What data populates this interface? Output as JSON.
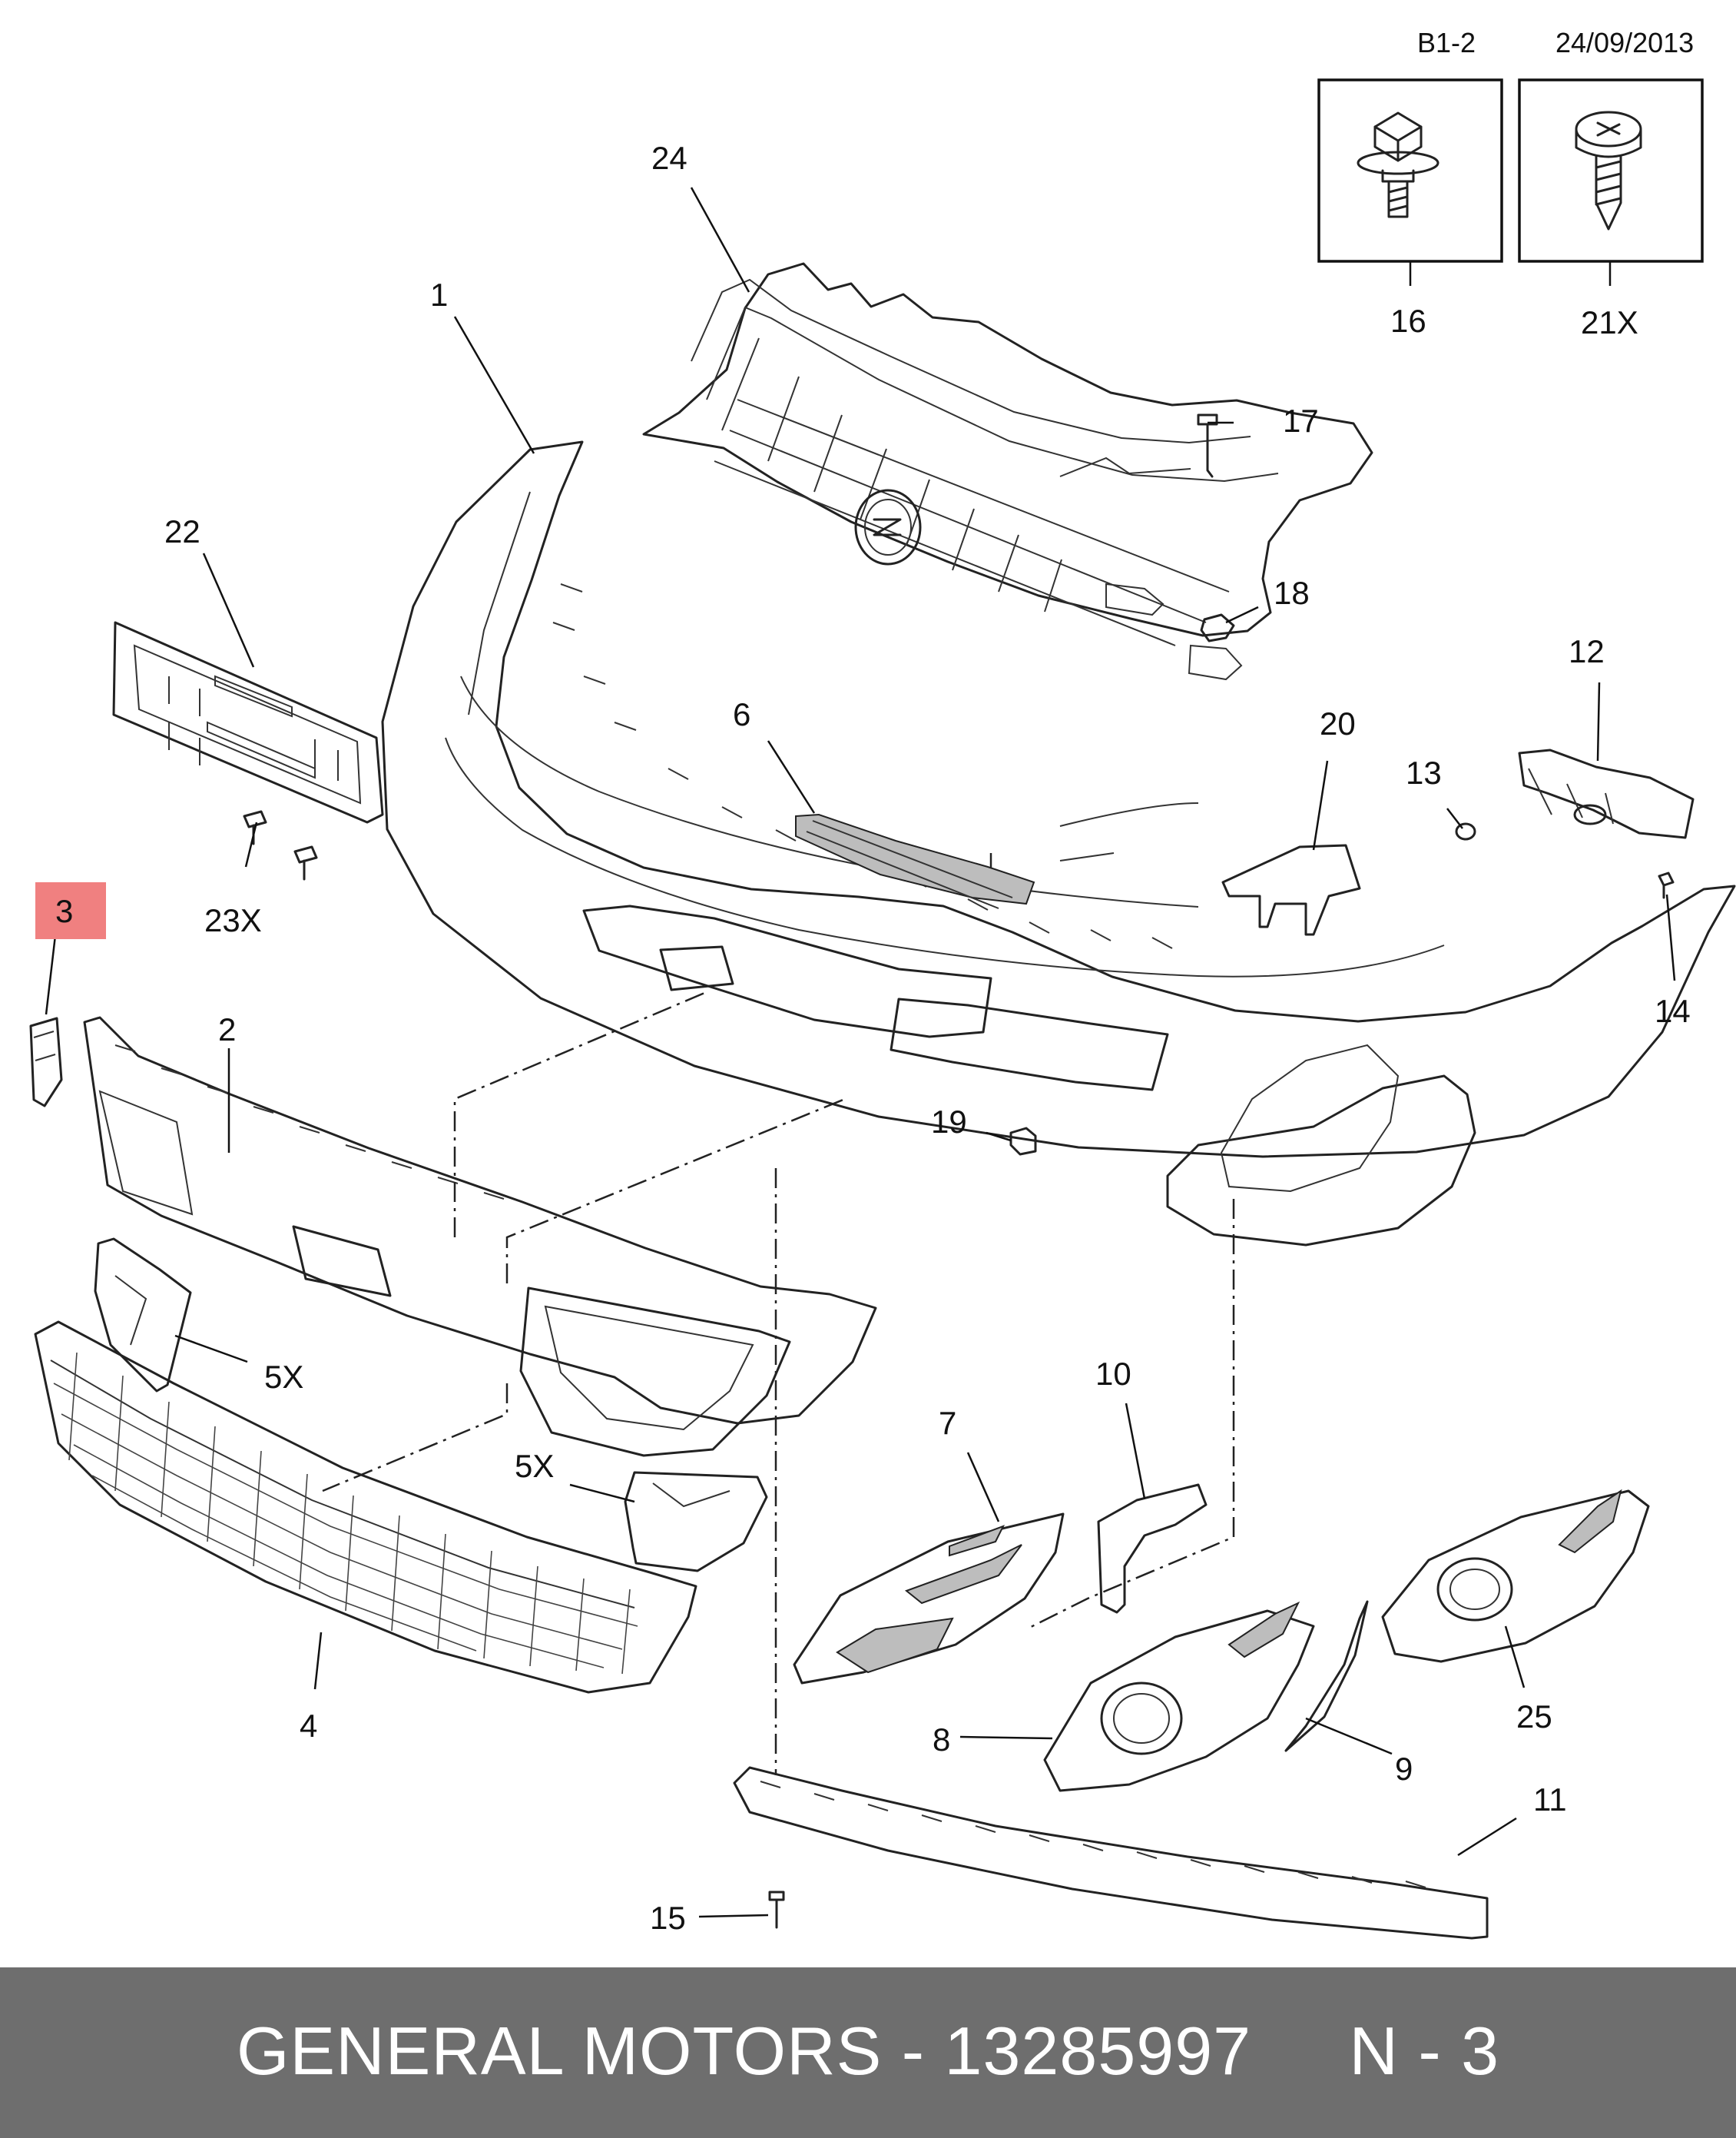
{
  "header": {
    "page_ref": "B1-2",
    "date": "24/09/2013"
  },
  "fastener_boxes": [
    {
      "label": "16",
      "icon": "hex-flange-bolt-icon"
    },
    {
      "label": "21X",
      "icon": "phillips-tapping-screw-icon"
    }
  ],
  "callouts": {
    "p1": "1",
    "p2": "2",
    "p3": "3",
    "p4": "4",
    "p5a": "5X",
    "p5b": "5X",
    "p6": "6",
    "p7": "7",
    "p8": "8",
    "p9": "9",
    "p10": "10",
    "p11": "11",
    "p12": "12",
    "p13": "13",
    "p14": "14",
    "p15": "15",
    "p17": "17",
    "p18": "18",
    "p19": "19",
    "p20": "20",
    "p22": "22",
    "p23": "23X",
    "p24": "24",
    "p25": "25"
  },
  "highlight": {
    "part": "3",
    "color": "#f08080"
  },
  "footer": {
    "brand": "GENERAL MOTORS",
    "separator": "-",
    "part_number": "13285997",
    "page": "N - 3"
  },
  "colors": {
    "footer_bg": "#6e6e6e",
    "footer_text": "#ffffff",
    "line": "#222222"
  }
}
